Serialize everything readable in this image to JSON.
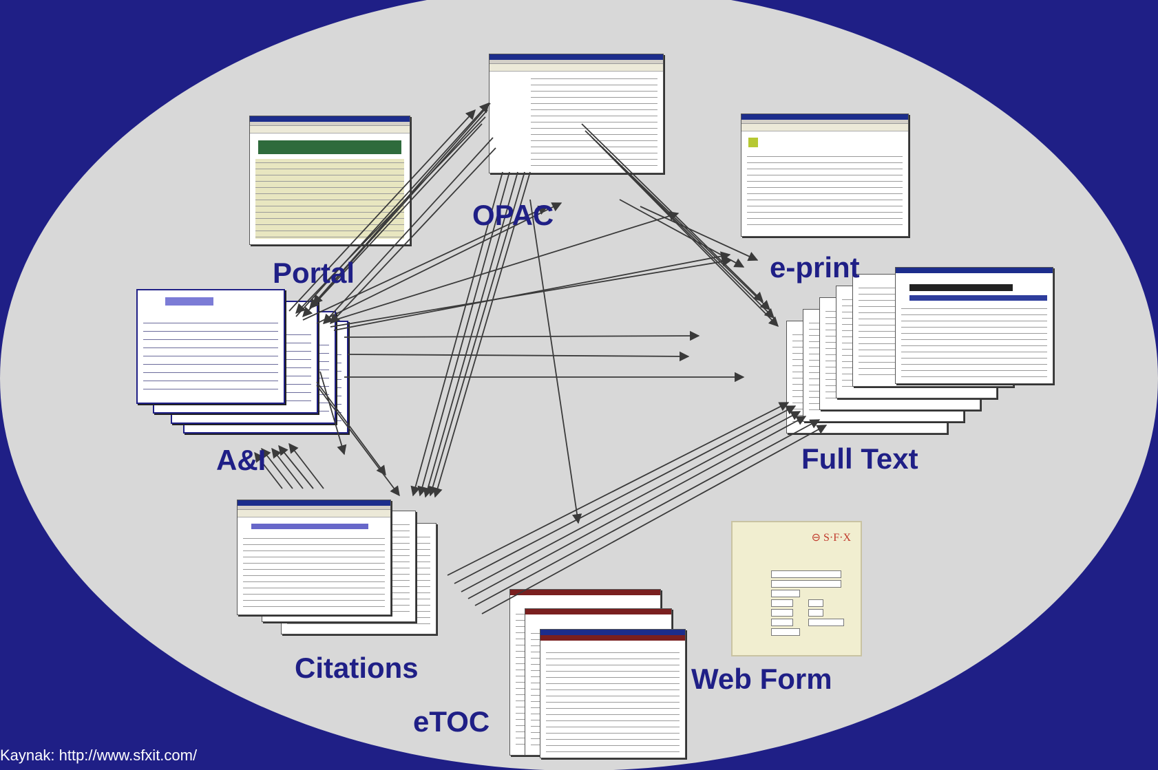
{
  "labels": {
    "opac": "OPAC",
    "portal": "Portal",
    "eprint": "e-print",
    "ai": "A&I",
    "fulltext": "Full Text",
    "citations": "Citations",
    "webform": "Web Form",
    "etoc": "eTOC"
  },
  "caption": "Kaynak: http://www.sfxit.com/",
  "colors": {
    "background": "#1f1f86",
    "ellipse": "#d8d8d8",
    "label": "#1f1f86",
    "arrow": "#3a3a3a"
  }
}
